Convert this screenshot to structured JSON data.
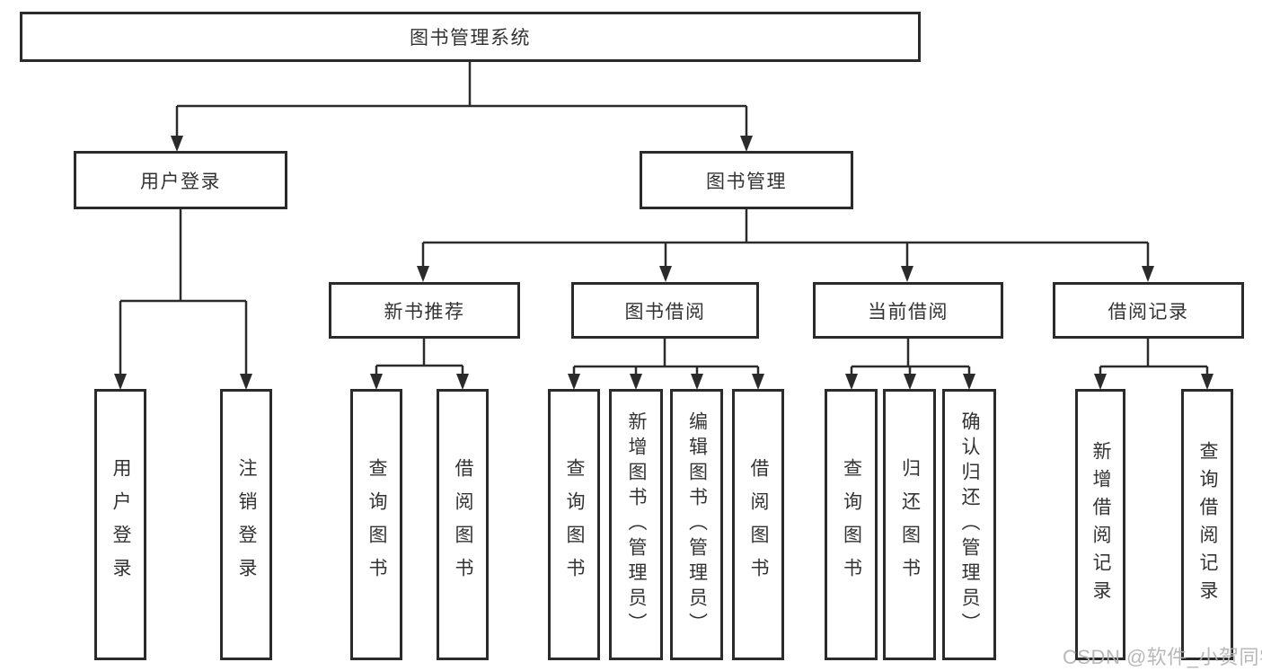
{
  "tree": {
    "root": {
      "label": "图书管理系统",
      "children": [
        {
          "label": "用户登录",
          "children": [
            {
              "label": "用户登录"
            },
            {
              "label": "注销登录"
            }
          ]
        },
        {
          "label": "图书管理",
          "children": [
            {
              "label": "新书推荐",
              "children": [
                {
                  "label": "查询图书"
                },
                {
                  "label": "借阅图书"
                }
              ]
            },
            {
              "label": "图书借阅",
              "children": [
                {
                  "label": "查询图书"
                },
                {
                  "label": "新增图书（管理员）"
                },
                {
                  "label": "编辑图书（管理员）"
                },
                {
                  "label": "借阅图书"
                }
              ]
            },
            {
              "label": "当前借阅",
              "children": [
                {
                  "label": "查询图书"
                },
                {
                  "label": "归还图书"
                },
                {
                  "label": "确认归还（管理员）"
                }
              ]
            },
            {
              "label": "借阅记录",
              "children": [
                {
                  "label": "新增借阅记录"
                },
                {
                  "label": "查询借阅记录"
                }
              ]
            }
          ]
        }
      ]
    }
  },
  "watermark": {
    "text": "CSDN @软件_小贺同学"
  },
  "colors": {
    "line": "#2b2b2b",
    "box_border": "#2b2b2b",
    "text": "#333333",
    "watermark": "#b2b2b2"
  }
}
